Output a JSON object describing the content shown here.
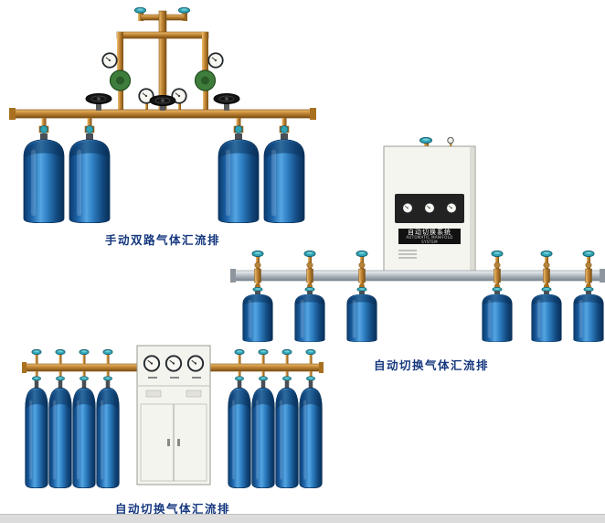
{
  "page": {
    "background_color": "#ffffff"
  },
  "products": [
    {
      "caption": "手动双路气体汇流排"
    },
    {
      "caption": "自动切换气体汇流排"
    },
    {
      "caption": "自动切换气体汇流排"
    }
  ],
  "cabinet": {
    "label_line1": "自动切换系统",
    "label_line2": "AUTOMATIC MANIFOLD SYSTEM"
  },
  "colors": {
    "caption_text": "#16387f",
    "brass_pipe": "#c08434",
    "silver_pipe": "#c6cdd3",
    "cylinder_blue": "#2f80c4",
    "teal_valve_knob": "#2fa3b4",
    "regulator_green": "#3e7d3c",
    "handwheel_black": "#141414",
    "cabinet_body": "#f5f5f0"
  },
  "icons": {
    "pressure-gauge-icon": "white dial with black rim and needle",
    "valve-handwheel-icon": "black ellipse handwheel",
    "teal-knob-icon": "teal valve handle",
    "regulator-icon": "green regulator body"
  }
}
